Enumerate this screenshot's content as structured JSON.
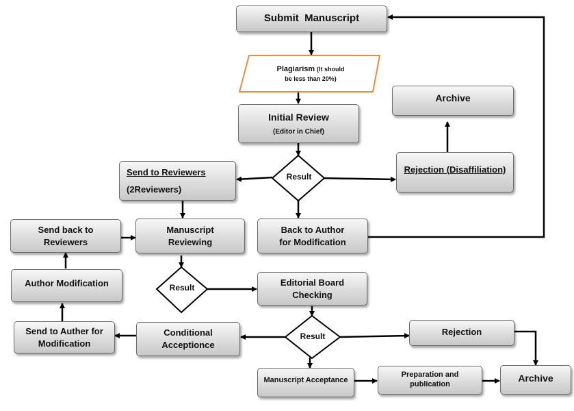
{
  "nodes": {
    "submit": "Submit  Manuscript",
    "plagiarism_main": "Plagiarism",
    "plagiarism_note_1": "(It should",
    "plagiarism_note_2": "be less than 20%)",
    "initial_review": "Initial Review",
    "initial_review_sub": "(Editor in Chief)",
    "archive_top": "Archive",
    "send_reviewers": "Send to Reviewers",
    "send_reviewers_sub": "(2Reviewers)",
    "result_1": "Result",
    "rejection_disaffiliation": "Rejection (Disaffiliation)",
    "send_back_1": "Send back to",
    "send_back_2": "Reviewers",
    "manuscript_reviewing_1": "Manuscript",
    "manuscript_reviewing_2": "Reviewing",
    "back_to_author_1": "Back to Author",
    "back_to_author_2": "for Modification",
    "author_modification": "Author Modification",
    "result_2": "Result",
    "editorial_board_1": "Editorial Board",
    "editorial_board_2": "Checking",
    "send_to_auther_1": "Send to Auther for",
    "send_to_auther_2": "Modification",
    "conditional_1": "Conditional",
    "conditional_2": "Acceptionce",
    "result_3": "Result",
    "rejection": "Rejection",
    "manuscript_acceptance": "Manuscript Acceptance",
    "preparation_1": "Preparation and",
    "preparation_2": "publication",
    "archive_bottom": "Archive"
  },
  "colors": {
    "plagiarism_border": "#f08a3c",
    "box_border": "#6b6b6b",
    "arrow": "#000000"
  }
}
